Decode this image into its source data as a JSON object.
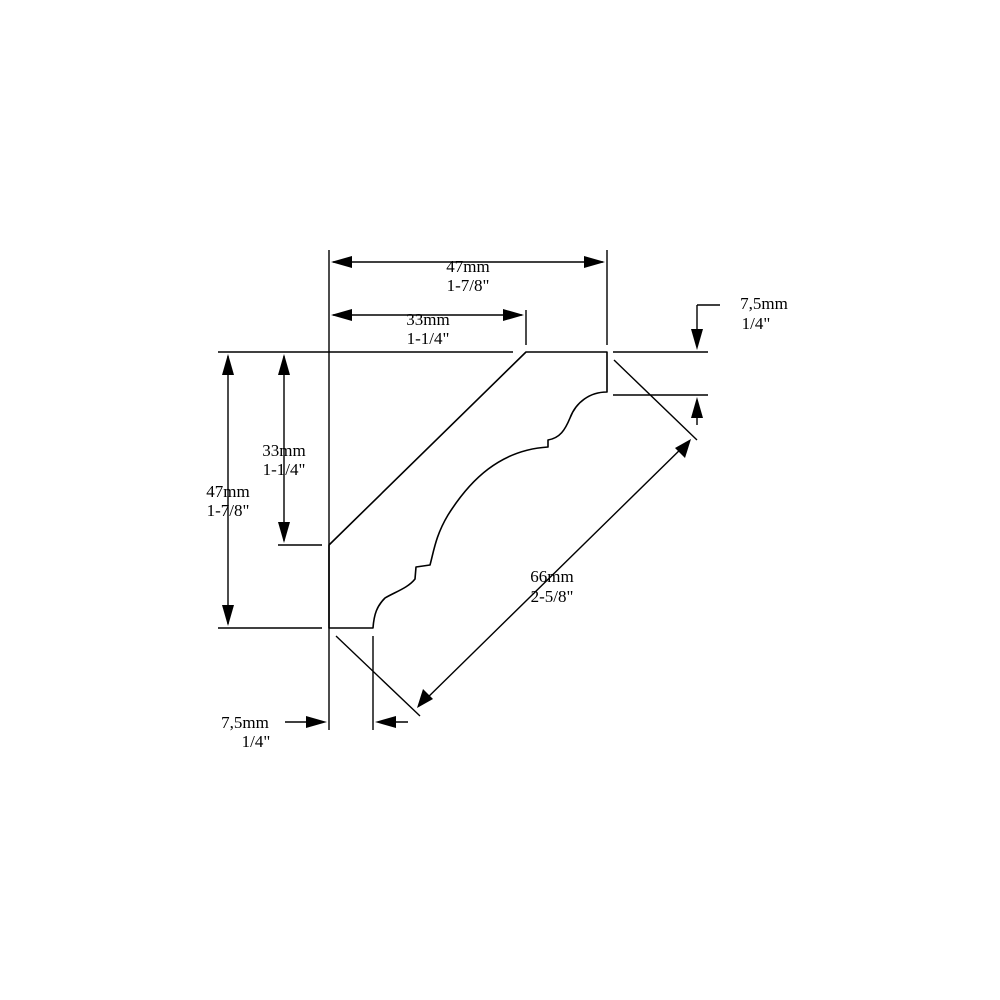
{
  "drawing": {
    "subject": "crown moulding profile",
    "line_color": "#000000",
    "background_color": "#ffffff"
  },
  "dimensions": {
    "top_width": {
      "mm": "47mm",
      "inch": "1-7/8\""
    },
    "top_inner_width": {
      "mm": "33mm",
      "inch": "1-1/4\""
    },
    "top_right_step": {
      "mm": "7,5mm",
      "inch": "1/4\""
    },
    "left_inner_height": {
      "mm": "33mm",
      "inch": "1-1/4\""
    },
    "left_height": {
      "mm": "47mm",
      "inch": "1-7/8\""
    },
    "diagonal_face": {
      "mm": "66mm",
      "inch": "2-5/8\""
    },
    "bottom_left_step": {
      "mm": "7,5mm",
      "inch": "1/4\""
    }
  }
}
